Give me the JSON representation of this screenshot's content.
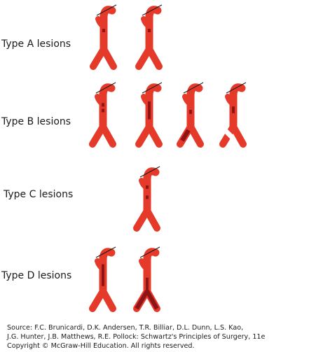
{
  "colors": {
    "vessel": "#e53a2a",
    "lesion": "#8e1418",
    "wire": "#1a1a1a",
    "text": "#1a1a1a"
  },
  "types": [
    {
      "label": "Type A lesions",
      "variants": [
        {
          "lesions": [
            {
              "kind": "segment",
              "seg": "aorta",
              "from": 0.4,
              "to": 0.5
            }
          ]
        },
        {
          "lesions": [
            {
              "kind": "segment",
              "seg": "aorta",
              "from": 0.4,
              "to": 0.5
            }
          ]
        }
      ]
    },
    {
      "label": "Type B lesions",
      "variants": [
        {
          "lesions": [
            {
              "kind": "segment",
              "seg": "aorta",
              "from": 0.3,
              "to": 0.6,
              "style": "dashed"
            }
          ]
        },
        {
          "lesions": [
            {
              "kind": "segment",
              "seg": "aorta",
              "from": 0.25,
              "to": 0.78
            }
          ]
        },
        {
          "lesions": [
            {
              "kind": "segment",
              "seg": "aorta",
              "from": 0.5,
              "to": 0.62
            },
            {
              "kind": "segment",
              "seg": "right_iliac",
              "from": 0.2,
              "to": 0.8
            }
          ]
        },
        {
          "lesions": [
            {
              "kind": "segment",
              "seg": "aorta",
              "from": 0.4,
              "to": 0.6
            }
          ],
          "occlusion": "right_iliac"
        }
      ]
    },
    {
      "label": "Type C lesions",
      "variants": [
        {
          "lesions": [
            {
              "kind": "segment",
              "seg": "aorta",
              "from": 0.25,
              "to": 0.35
            },
            {
              "kind": "segment",
              "seg": "aorta",
              "from": 0.55,
              "to": 0.7,
              "style": "dashed"
            }
          ]
        }
      ]
    },
    {
      "label": "Type D lesions",
      "variants": [
        {
          "lesions": [
            {
              "kind": "segment",
              "seg": "aorta",
              "from": 0.2,
              "to": 0.85
            }
          ]
        },
        {
          "lesions": [
            {
              "kind": "segment",
              "seg": "aorta",
              "from": 0.6,
              "to": 1.0
            },
            {
              "kind": "segment",
              "seg": "left_iliac",
              "from": 0.0,
              "to": 1.0
            },
            {
              "kind": "segment",
              "seg": "right_iliac",
              "from": 0.0,
              "to": 1.0
            }
          ]
        }
      ]
    }
  ],
  "source_lines": [
    "Source: F.C. Brunicardi, D.K. Andersen, T.R. Billiar, D.L. Dunn, L.S. Kao,",
    "J.G. Hunter, J.B. Matthews, R.E. Pollock: Schwartz's Principles of Surgery, 11e",
    "Copyright © McGraw-Hill Education. All rights reserved."
  ]
}
